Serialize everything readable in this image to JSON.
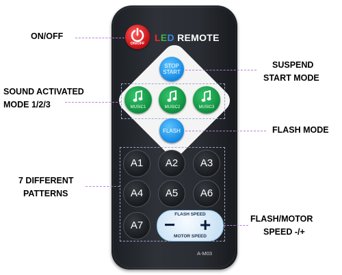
{
  "remote": {
    "power": {
      "label": "ON/OFF",
      "icon": "power-icon",
      "color": "#e5141b"
    },
    "brand": {
      "l": "L",
      "e": "E",
      "d": "D",
      "rest": " REMOTE"
    },
    "stop_start": {
      "line1": "STOP",
      "line2": "START"
    },
    "music": [
      {
        "label": "MUSIC1"
      },
      {
        "label": "MUSIC2"
      },
      {
        "label": "MUSIC3"
      }
    ],
    "music_icon": "music-note-icon",
    "flash": {
      "label": "FLASH"
    },
    "patterns": [
      "A1",
      "A2",
      "A3",
      "A4",
      "A5",
      "A6",
      "A7"
    ],
    "speed": {
      "top": "FLASH SPEED",
      "bottom": "MOTOR SPEED",
      "minus": "−",
      "plus": "+"
    },
    "model": "A-M03",
    "colors": {
      "blue": "#0e84e0",
      "green": "#0b8a3c",
      "body": "#2a2d33"
    }
  },
  "callouts": {
    "onoff": "ON/OFF",
    "suspend_1": "SUSPEND",
    "suspend_2": "START MODE",
    "sound_1": "SOUND ACTIVATED",
    "sound_2": "MODE 1/2/3",
    "flash_mode": "FLASH MODE",
    "patterns_1": "7 DIFFERENT",
    "patterns_2": "PATTERNS",
    "speed_1": "FLASH/MOTOR",
    "speed_2": "SPEED -/+"
  }
}
